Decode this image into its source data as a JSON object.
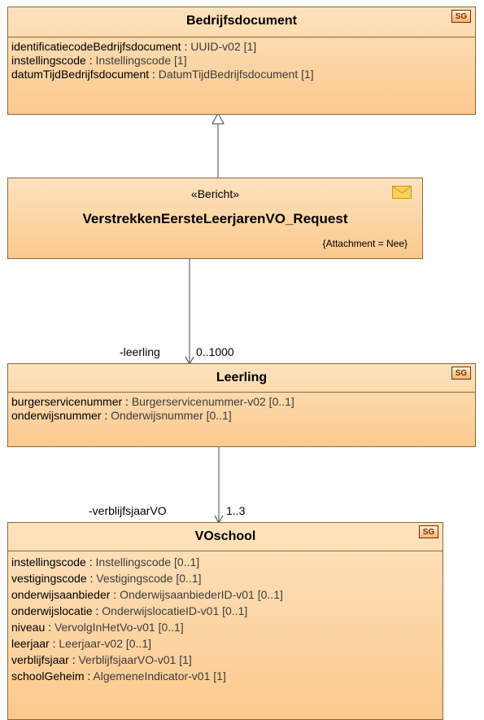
{
  "bedrijfsdocument": {
    "title": "Bedrijfsdocument",
    "badge": "SG",
    "attributes": [
      {
        "name": "identificatiecodeBedrijfsdocument",
        "sep": " : ",
        "type": "UUID-v02 [1]"
      },
      {
        "name": "instellingscode",
        "sep": " : ",
        "type": "Instellingscode [1]"
      },
      {
        "name": "datumTijdBedrijfsdocument",
        "sep": " : ",
        "type": "DatumTijdBedrijfsdocument [1]"
      }
    ]
  },
  "request": {
    "stereotype": "«Bericht»",
    "title": "VerstrekkenEersteLeerjarenVO_Request",
    "tagged_value": "{Attachment = Nee}",
    "icon": "envelope-icon"
  },
  "assoc1": {
    "role": "-leerling",
    "multiplicity": "0..1000"
  },
  "leerling": {
    "title": "Leerling",
    "badge": "SG",
    "attributes": [
      {
        "name": "burgerservicenummer",
        "sep": " : ",
        "type": "Burgerservicenummer-v02 [0..1]"
      },
      {
        "name": "onderwijsnummer",
        "sep": " : ",
        "type": "Onderwijsnummer [0..1]"
      }
    ]
  },
  "assoc2": {
    "role": "-verblijfsjaarVO",
    "multiplicity": "1..3"
  },
  "voschool": {
    "title": "VOschool",
    "badge": "SG",
    "attributes": [
      {
        "name": "instellingscode",
        "sep": " : ",
        "type": "Instellingscode [0..1]"
      },
      {
        "name": "vestigingscode",
        "sep": " : ",
        "type": "Vestigingscode [0..1]"
      },
      {
        "name": "onderwijsaanbieder",
        "sep": " : ",
        "type": "OnderwijsaanbiederID-v01 [0..1]"
      },
      {
        "name": "onderwijslocatie",
        "sep": " : ",
        "type": "OnderwijslocatieID-v01 [0..1]"
      },
      {
        "name": "niveau",
        "sep": " : ",
        "type": "VervolgInHetVo-v01 [0..1]"
      },
      {
        "name": "leerjaar",
        "sep": " : ",
        "type": "Leerjaar-v02 [0..1]"
      },
      {
        "name": "verblijfsjaar",
        "sep": " : ",
        "type": "VerblijfsjaarVO-v01 [1]"
      },
      {
        "name": "schoolGeheim",
        "sep": " : ",
        "type": "AlgemeneIndicator-v01 [1]"
      }
    ]
  },
  "colors": {
    "box_fill_top": "#fde2bd",
    "box_fill_bottom": "#fbc98e",
    "border": "#8a6a3e"
  }
}
